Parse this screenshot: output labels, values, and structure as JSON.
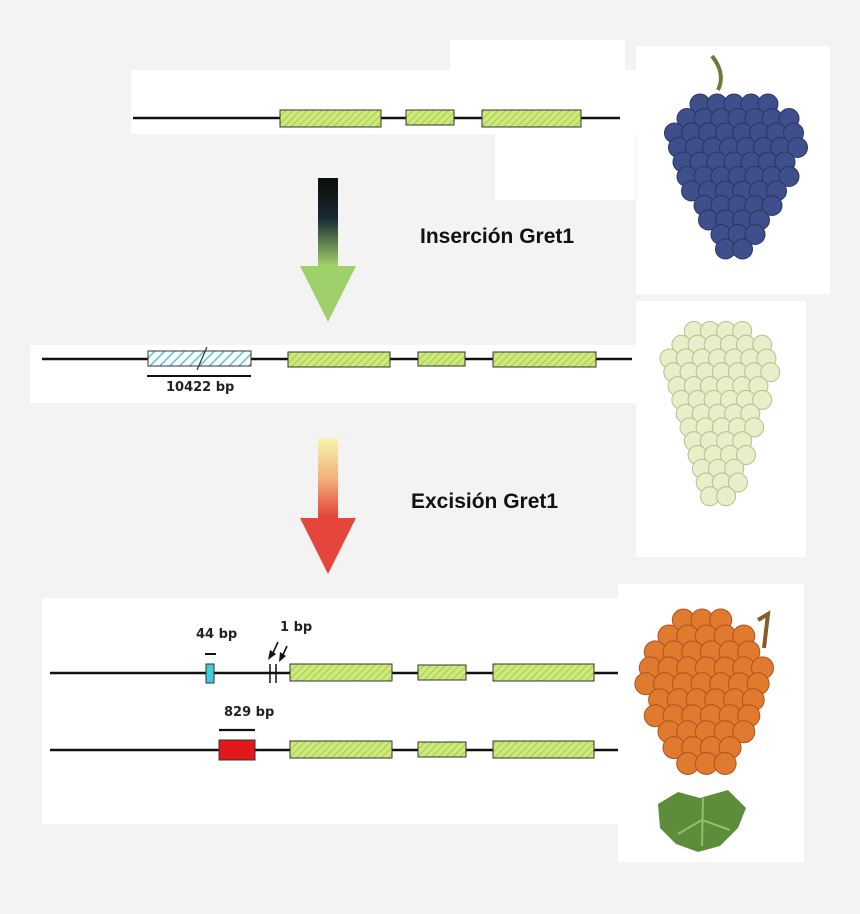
{
  "diagram": {
    "step1_label": "Inserción Gret1",
    "step2_label": "Excisión Gret1",
    "insertion_size": "10422 bp",
    "footprint_small": "44 bp",
    "footprint_1bp": "1 bp",
    "deletion_size": "829 bp"
  },
  "colors": {
    "exon": "#ccea7a",
    "exon_hatch": "#9fbf4a",
    "insertion": "#5cc6de",
    "small_footprint": "#44cbdc",
    "deletion": "#e4171a",
    "arrow1_top": "#0b0b0b",
    "arrow1_bottom": "#a8d86a",
    "arrow2_top": "#f4f6b0",
    "arrow2_bottom": "#e23b36"
  },
  "grapes": [
    {
      "name": "black-grape",
      "color": "#3f4f8c"
    },
    {
      "name": "white-grape",
      "color": "#e9edc9"
    },
    {
      "name": "red-grape",
      "color": "#e07a2e"
    }
  ]
}
